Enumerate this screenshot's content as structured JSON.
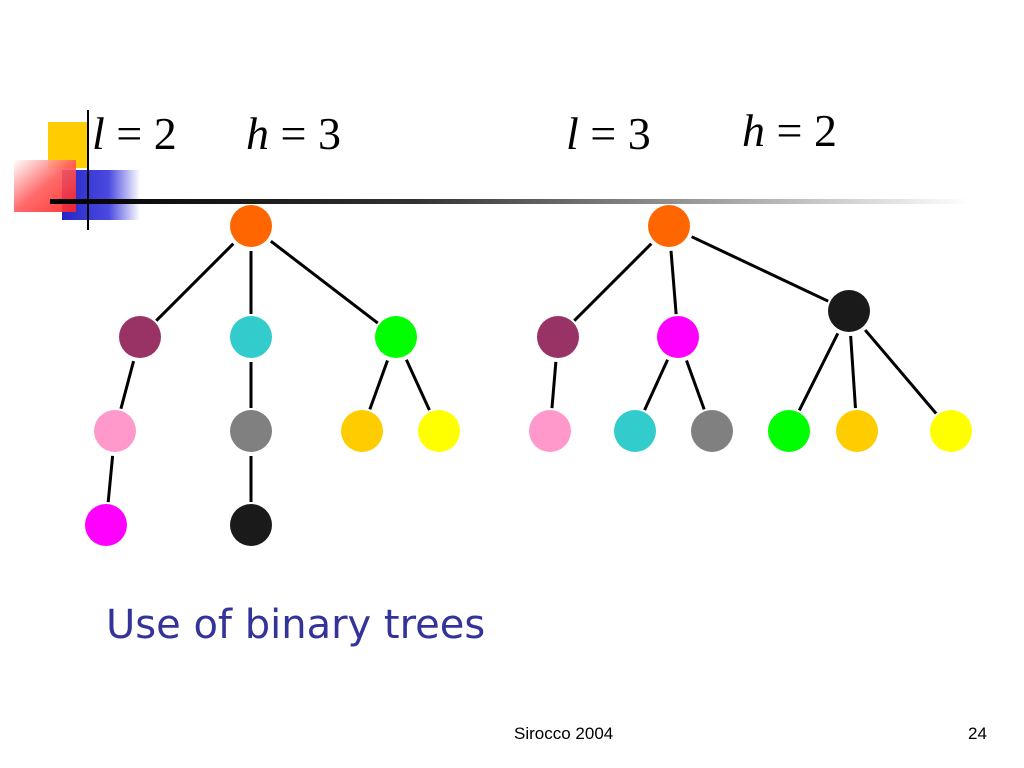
{
  "formulas": [
    {
      "var": "l",
      "value": "2"
    },
    {
      "var": "h",
      "value": "3"
    },
    {
      "var": "l",
      "value": "3"
    },
    {
      "var": "h",
      "value": "2"
    }
  ],
  "caption": "Use of binary trees",
  "footer": {
    "text": "Sirocco 2004",
    "page": "24"
  },
  "trees": [
    {
      "nodes": [
        {
          "id": "r",
          "color": "#ff6600"
        },
        {
          "id": "a",
          "color": "#993366"
        },
        {
          "id": "b",
          "color": "#33cccc"
        },
        {
          "id": "c",
          "color": "#00ff00"
        },
        {
          "id": "a1",
          "color": "#ff99cc"
        },
        {
          "id": "b1",
          "color": "#808080"
        },
        {
          "id": "c1",
          "color": "#ffcc00"
        },
        {
          "id": "c2",
          "color": "#ffff00"
        },
        {
          "id": "a2",
          "color": "#ff00ff"
        },
        {
          "id": "b2",
          "color": "#1a1a1a"
        }
      ],
      "edges": [
        [
          "r",
          "a"
        ],
        [
          "r",
          "b"
        ],
        [
          "r",
          "c"
        ],
        [
          "a",
          "a1"
        ],
        [
          "b",
          "b1"
        ],
        [
          "c",
          "c1"
        ],
        [
          "c",
          "c2"
        ],
        [
          "a1",
          "a2"
        ],
        [
          "b1",
          "b2"
        ]
      ]
    },
    {
      "nodes": [
        {
          "id": "r",
          "color": "#ff6600"
        },
        {
          "id": "a",
          "color": "#993366"
        },
        {
          "id": "b",
          "color": "#ff00ff"
        },
        {
          "id": "k",
          "color": "#1a1a1a"
        },
        {
          "id": "a1",
          "color": "#ff99cc"
        },
        {
          "id": "b1",
          "color": "#33cccc"
        },
        {
          "id": "b2",
          "color": "#808080"
        },
        {
          "id": "k1",
          "color": "#00ff00"
        },
        {
          "id": "k2",
          "color": "#ffcc00"
        },
        {
          "id": "k3",
          "color": "#ffff00"
        }
      ],
      "edges": [
        [
          "r",
          "a"
        ],
        [
          "r",
          "b"
        ],
        [
          "r",
          "k"
        ],
        [
          "a",
          "a1"
        ],
        [
          "b",
          "b1"
        ],
        [
          "b",
          "b2"
        ],
        [
          "k",
          "k1"
        ],
        [
          "k",
          "k2"
        ],
        [
          "k",
          "k3"
        ]
      ]
    }
  ],
  "colors": {
    "caption": "#33339a",
    "accent_yellow": "#ffcc00",
    "accent_red": "#ff3333",
    "accent_blue": "#3333cc"
  }
}
